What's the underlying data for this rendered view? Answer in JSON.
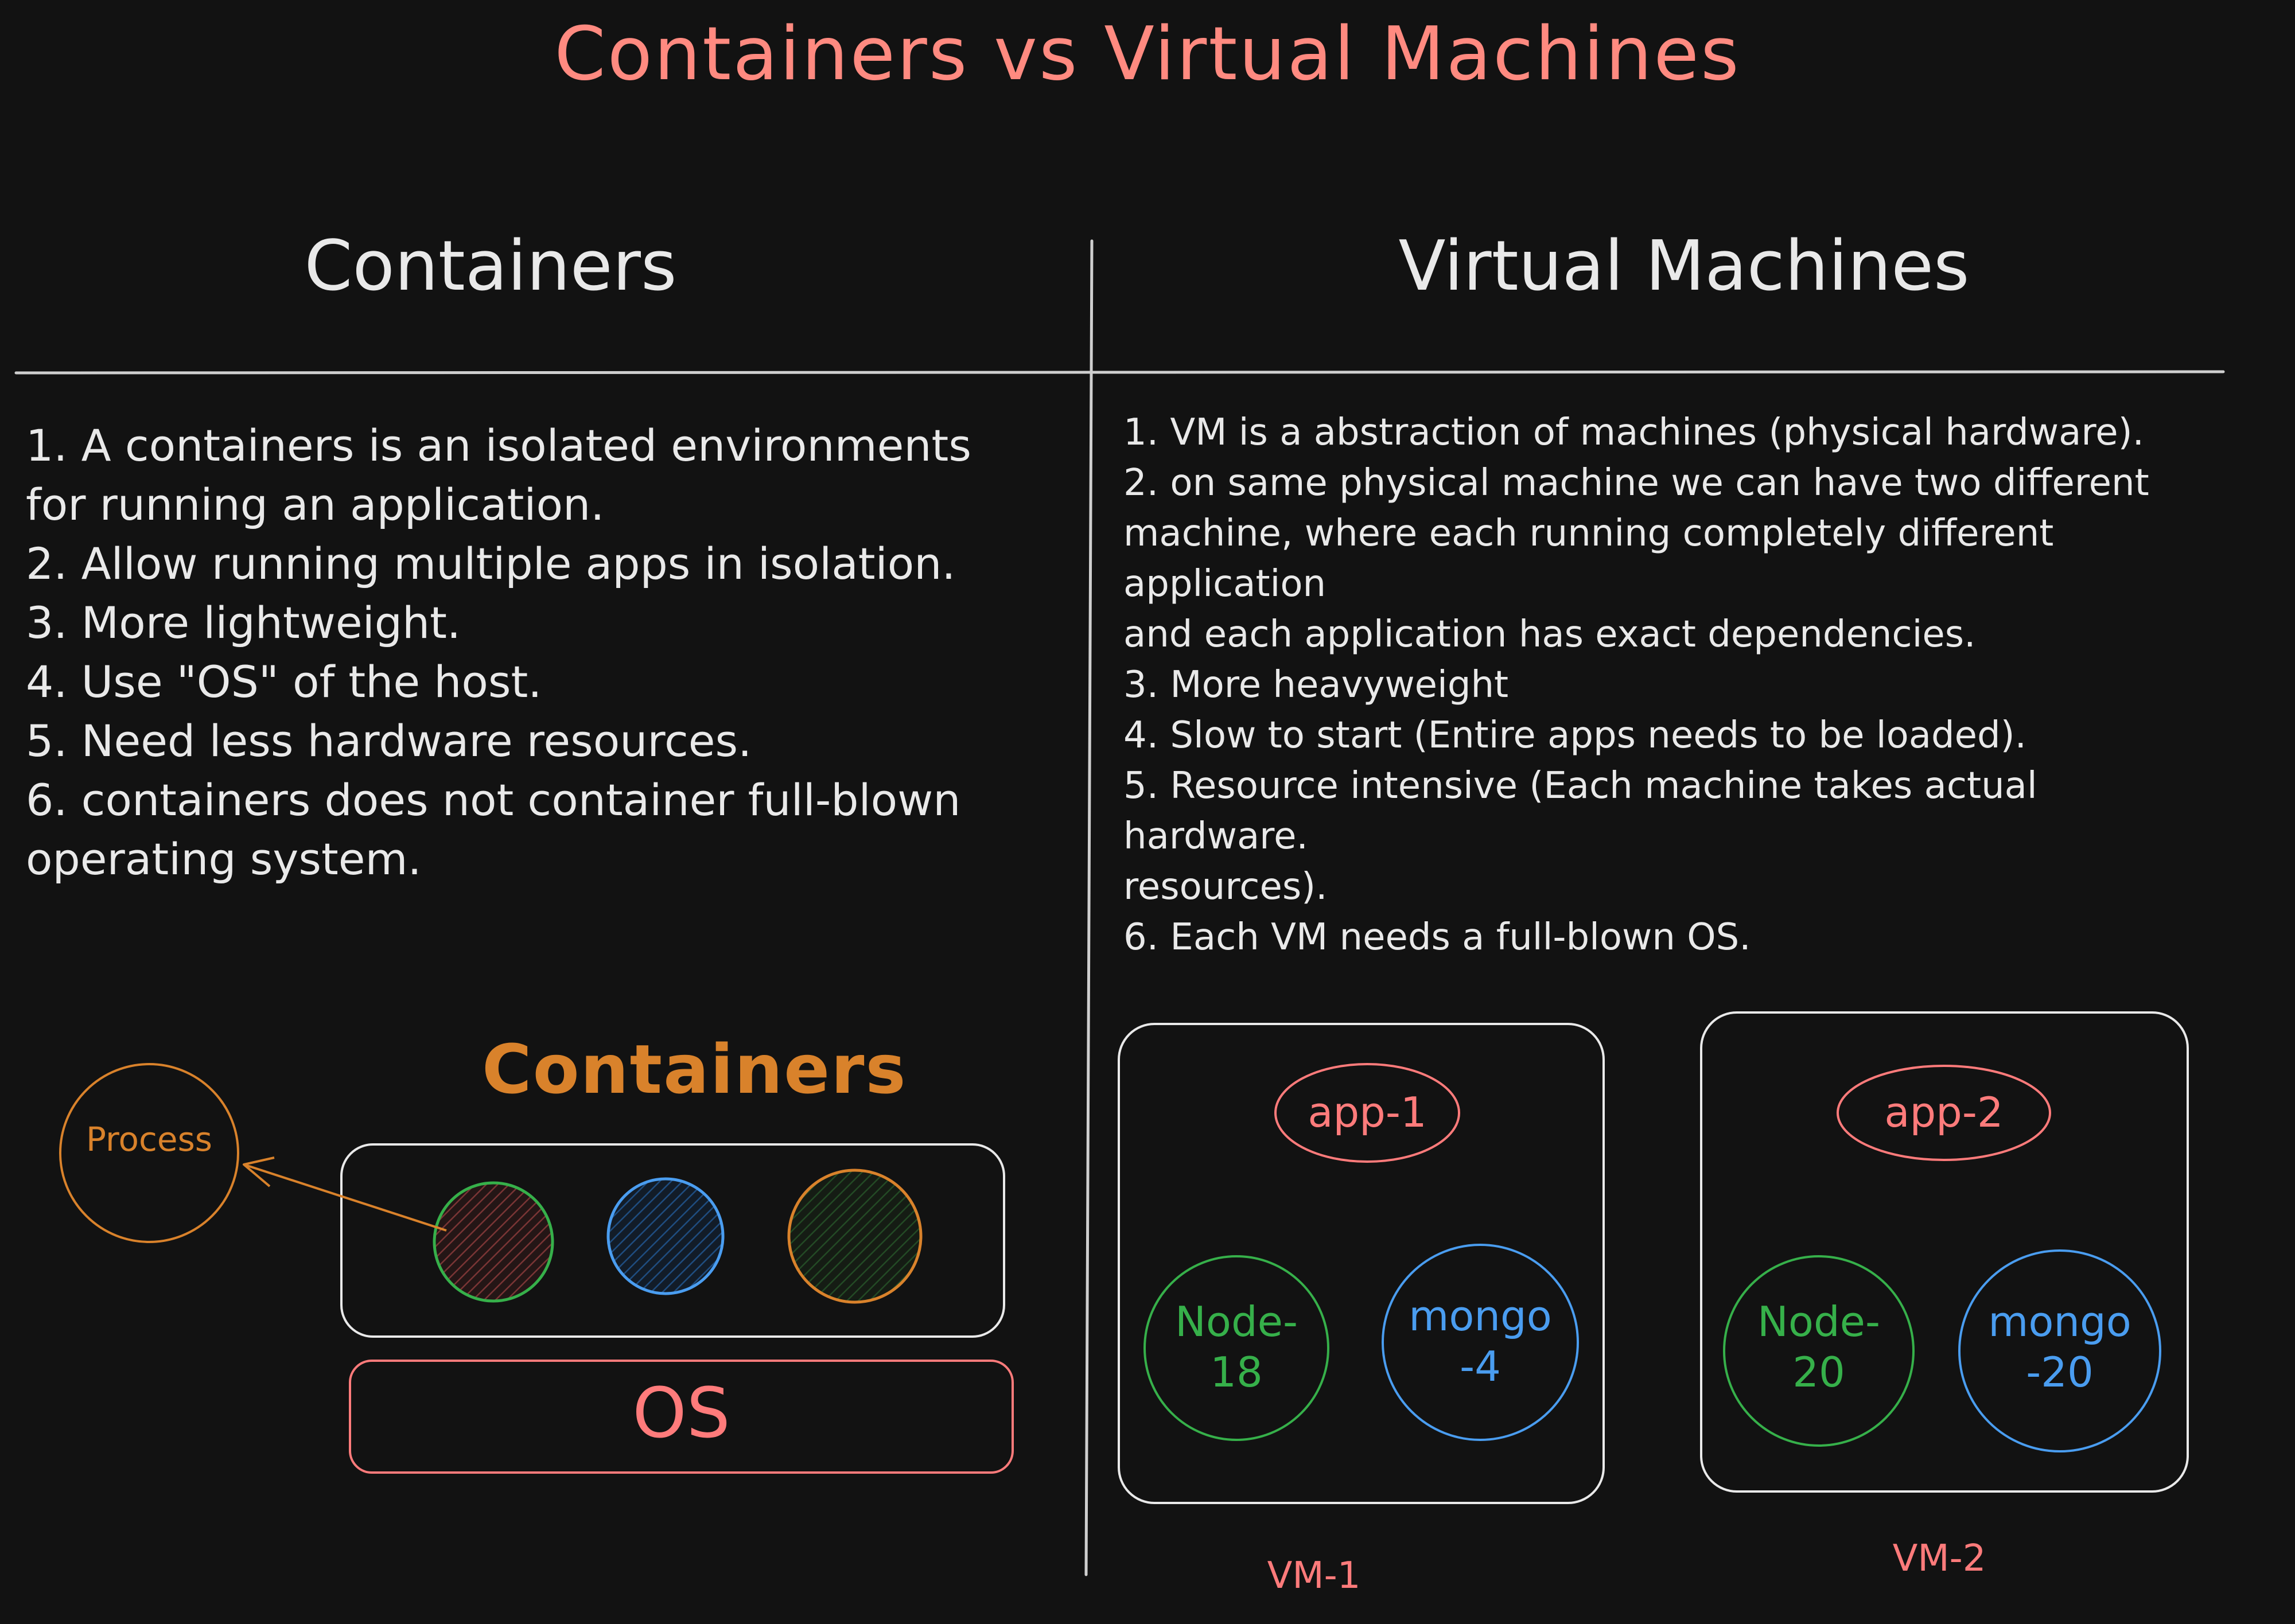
{
  "title": "Containers vs Virtual Machines",
  "colors": {
    "background": "#121212",
    "title": "#ff8a80",
    "text": "#e9e9e9",
    "orange": "#d9822b",
    "red": "#ff7b7b",
    "green": "#36b04a",
    "blue": "#4a9df0"
  },
  "containers": {
    "heading": "Containers",
    "points": [
      "1. A containers is an isolated environments",
      "for running an application.",
      "2. Allow running multiple apps in isolation.",
      "3. More lightweight.",
      "4. Use \"OS\" of the host.",
      "5. Need less hardware resources.",
      "6. containers does not container full-blown",
      "operating system."
    ],
    "diagram": {
      "label": "Containers",
      "process_label": "Process",
      "os_label": "OS"
    }
  },
  "virtual_machines": {
    "heading": "Virtual Machines",
    "points": [
      "1. VM is a abstraction of machines (physical hardware).",
      "2. on same physical machine we can have two different",
      "machine, where each running completely different",
      "application",
      "and each application has exact dependencies.",
      "3. More heavyweight",
      "4. Slow to start (Entire apps needs to be loaded).",
      "5. Resource intensive (Each machine takes actual",
      "hardware.",
      "resources).",
      "6. Each VM needs a full-blown OS."
    ],
    "vms": [
      {
        "app": "app-1",
        "node_line1": "Node-",
        "node_line2": "18",
        "mongo_line1": "mongo",
        "mongo_line2": "-4",
        "label": "VM-1"
      },
      {
        "app": "app-2",
        "node_line1": "Node-",
        "node_line2": "20",
        "mongo_line1": "mongo",
        "mongo_line2": "-20",
        "label": "VM-2"
      }
    ]
  }
}
